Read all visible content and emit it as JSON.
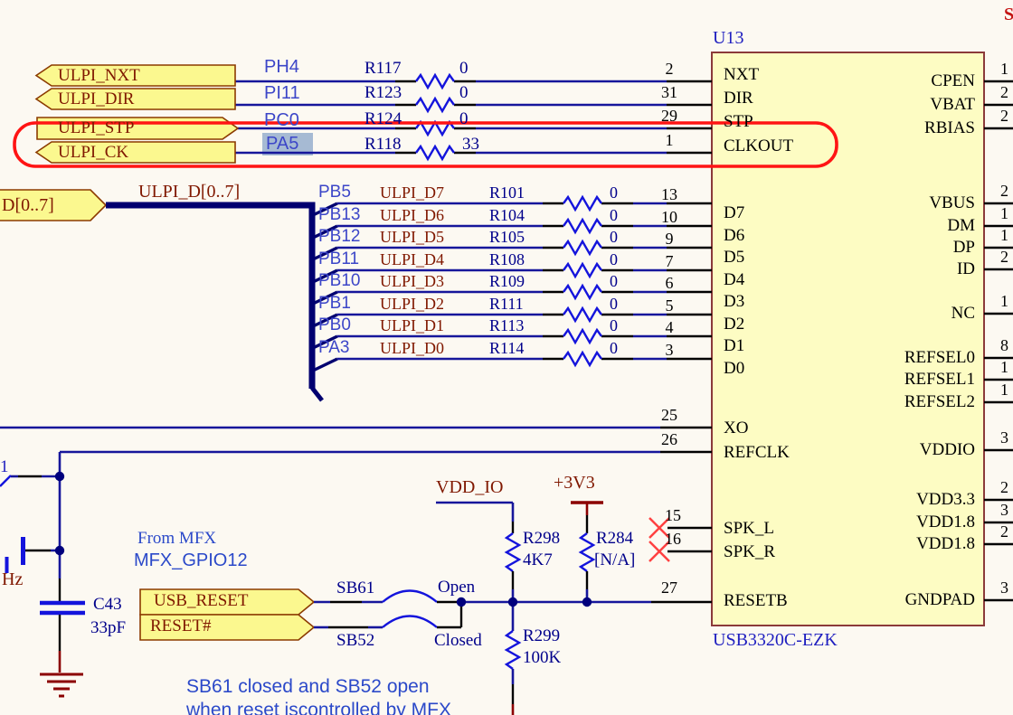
{
  "colors": {
    "background": "#FCF9F2",
    "wire_blue": "#16169B",
    "component_blue": "#1414DC",
    "bus_navy": "#000070",
    "black": "#000000",
    "ic_fill": "#FDFCC3",
    "ic_border": "#8B3A3A",
    "flag_fill": "#FBF88F",
    "flag_border": "#8B3A00",
    "maroon_text": "#801800",
    "navy_text": "#00008B",
    "blue_text": "#2020C0",
    "gpio_text": "#3C46C8",
    "note_text": "#2B49C9",
    "dark_red": "#8B0000",
    "annotation_red": "#FF1414",
    "nc_red": "#FF4040",
    "highlight": "#A6BAD3"
  },
  "ic": {
    "refdes": "U13",
    "part": "USB3320C-EZK",
    "left_pins": [
      {
        "num": "2",
        "name": "NXT"
      },
      {
        "num": "31",
        "name": "DIR"
      },
      {
        "num": "29",
        "name": "STP"
      },
      {
        "num": "1",
        "name": "CLKOUT"
      },
      {
        "num": "13",
        "name": "D7"
      },
      {
        "num": "10",
        "name": "D6"
      },
      {
        "num": "9",
        "name": "D5"
      },
      {
        "num": "7",
        "name": "D4"
      },
      {
        "num": "6",
        "name": "D3"
      },
      {
        "num": "5",
        "name": "D2"
      },
      {
        "num": "4",
        "name": "D1"
      },
      {
        "num": "3",
        "name": "D0"
      },
      {
        "num": "25",
        "name": "XO"
      },
      {
        "num": "26",
        "name": "REFCLK"
      },
      {
        "num": "15",
        "name": "SPK_L"
      },
      {
        "num": "16",
        "name": "SPK_R"
      },
      {
        "num": "27",
        "name": "RESETB"
      }
    ],
    "right_pins": [
      {
        "num": "1",
        "name": "CPEN"
      },
      {
        "num": "2",
        "name": "VBAT"
      },
      {
        "num": "2",
        "name": "RBIAS"
      },
      {
        "num": "2",
        "name": "VBUS"
      },
      {
        "num": "1",
        "name": "DM"
      },
      {
        "num": "1",
        "name": "DP"
      },
      {
        "num": "2",
        "name": "ID"
      },
      {
        "num": "1",
        "name": "NC"
      },
      {
        "num": "8",
        "name": "REFSEL0"
      },
      {
        "num": "1",
        "name": "REFSEL1"
      },
      {
        "num": "1",
        "name": "REFSEL2"
      },
      {
        "num": "3",
        "name": "VDDIO"
      },
      {
        "num": "2",
        "name": "VDD3.3"
      },
      {
        "num": "3",
        "name": "VDD1.8"
      },
      {
        "num": "2",
        "name": "VDD1.8"
      },
      {
        "num": "3",
        "name": "GNDPAD"
      }
    ]
  },
  "control_rows": [
    {
      "flag": "ULPI_NXT",
      "gpio": "PH4",
      "res": "R117",
      "val": "0"
    },
    {
      "flag": "ULPI_DIR",
      "gpio": "PI11",
      "res": "R123",
      "val": "0"
    },
    {
      "flag": "ULPI_STP",
      "gpio": "PC0",
      "res": "R124",
      "val": "0"
    },
    {
      "flag": "ULPI_CK",
      "gpio": "PA5",
      "res": "R118",
      "val": "33"
    }
  ],
  "bus": {
    "flag": "D[0..7]",
    "label": "ULPI_D[0..7]"
  },
  "data_rows": [
    {
      "gpio": "PB5",
      "net": "ULPI_D7",
      "res": "R101",
      "val": "0"
    },
    {
      "gpio": "PB13",
      "net": "ULPI_D6",
      "res": "R104",
      "val": "0"
    },
    {
      "gpio": "PB12",
      "net": "ULPI_D5",
      "res": "R105",
      "val": "0"
    },
    {
      "gpio": "PB11",
      "net": "ULPI_D4",
      "res": "R108",
      "val": "0"
    },
    {
      "gpio": "PB10",
      "net": "ULPI_D3",
      "res": "R109",
      "val": "0"
    },
    {
      "gpio": "PB1",
      "net": "ULPI_D2",
      "res": "R111",
      "val": "0"
    },
    {
      "gpio": "PB0",
      "net": "ULPI_D1",
      "res": "R113",
      "val": "0"
    },
    {
      "gpio": "PA3",
      "net": "ULPI_D0",
      "res": "R114",
      "val": "0"
    }
  ],
  "clock": {
    "partial_refdes": "1",
    "partial_freq": "Hz",
    "cap": "C43",
    "cap_val": "33pF"
  },
  "reset": {
    "from": "From MFX",
    "gpio": "MFX_GPIO12",
    "flag1": "USB_RESET",
    "flag2": "RESET#",
    "sb61": "SB61",
    "sb61_state": "Open",
    "sb52": "SB52",
    "sb52_state": "Closed",
    "vddio": "VDD_IO",
    "p3v3": "+3V3",
    "r298": "R298",
    "r298_val": "4K7",
    "r284": "R284",
    "r284_val": "[N/A]",
    "r299": "R299",
    "r299_val": "100K"
  },
  "annotations": {
    "note_line1": "SB61 closed and SB52 open",
    "note_line2": "when reset iscontrolled by MFX",
    "corner_partial": "S"
  }
}
